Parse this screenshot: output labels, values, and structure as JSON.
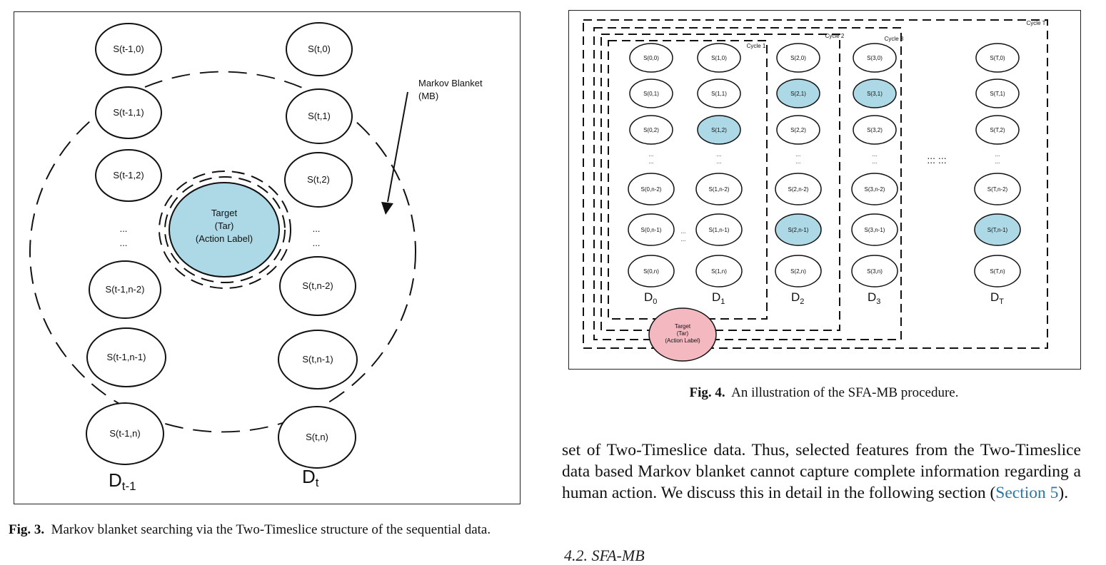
{
  "fig3": {
    "top_nodes_left": [
      "S(t-1,0)",
      "S(t-1,1)",
      "S(t-1,2)"
    ],
    "bottom_nodes_left": [
      "S(t-1,n-2)",
      "S(t-1,n-1)",
      "S(t-1,n)"
    ],
    "top_nodes_right": [
      "S(t,0)",
      "S(t,1)",
      "S(t,2)"
    ],
    "bottom_nodes_right": [
      "S(t,n-2)",
      "S(t,n-1)",
      "S(t,n)"
    ],
    "ellipsis": "...",
    "target_lines": [
      "Target",
      "(Tar)",
      "(Action Label)"
    ],
    "mb_label_lines": [
      "Markov Blanket",
      "(MB)"
    ],
    "col_label_left": {
      "base": "D",
      "sub": "t-1"
    },
    "col_label_right": {
      "base": "D",
      "sub": "t"
    },
    "caption_label": "Fig. 3.",
    "caption_text": "Markov blanket searching via the Two-Timeslice structure of the sequential data.",
    "target_color": "#add8e6"
  },
  "fig4": {
    "columns": [
      {
        "nodes": [
          "S(0,0)",
          "S(0,1)",
          "S(0,2)",
          "S(0,n-2)",
          "S(0,n-1)",
          "S(0,n)"
        ],
        "highlight": [],
        "label_base": "D",
        "label_sub": "0"
      },
      {
        "nodes": [
          "S(1,0)",
          "S(1,1)",
          "S(1,2)",
          "S(1,n-2)",
          "S(1,n-1)",
          "S(1,n)"
        ],
        "highlight": [
          2
        ],
        "label_base": "D",
        "label_sub": "1"
      },
      {
        "nodes": [
          "S(2,0)",
          "S(2,1)",
          "S(2,2)",
          "S(2,n-2)",
          "S(2,n-1)",
          "S(2,n)"
        ],
        "highlight": [
          1,
          4
        ],
        "label_base": "D",
        "label_sub": "2"
      },
      {
        "nodes": [
          "S(3,0)",
          "S(3,1)",
          "S(3,2)",
          "S(3,n-2)",
          "S(3,n-1)",
          "S(3,n)"
        ],
        "highlight": [
          1
        ],
        "label_base": "D",
        "label_sub": "3"
      },
      {
        "nodes": [
          "S(T,0)",
          "S(T,1)",
          "S(T,2)",
          "S(T,n-2)",
          "S(T,n-1)",
          "S(T,n)"
        ],
        "highlight": [
          4
        ],
        "label_base": "D",
        "label_sub": "T"
      }
    ],
    "cycle_labels": [
      "Cycle 1",
      "Cycle 2",
      "Cycle 3",
      "Cycle T"
    ],
    "ellipsis": "...",
    "gap_ellipsis": "::: :::",
    "target_lines": [
      "Target",
      "(Tar)",
      "(Action Label)"
    ],
    "highlight_color": "#add8e6",
    "target_color": "#f4b8c1",
    "caption_label": "Fig. 4.",
    "caption_text": "An illustration of the SFA-MB procedure."
  },
  "body": {
    "text_before": "set of Two-Timeslice data. Thus, selected features from the Two-Timeslice data based Markov blanket cannot capture complete information regarding a human action. We discuss this in detail in the following section (",
    "link_text": "Section 5",
    "text_after": ")."
  },
  "next_heading": "4.2. SFA-MB"
}
